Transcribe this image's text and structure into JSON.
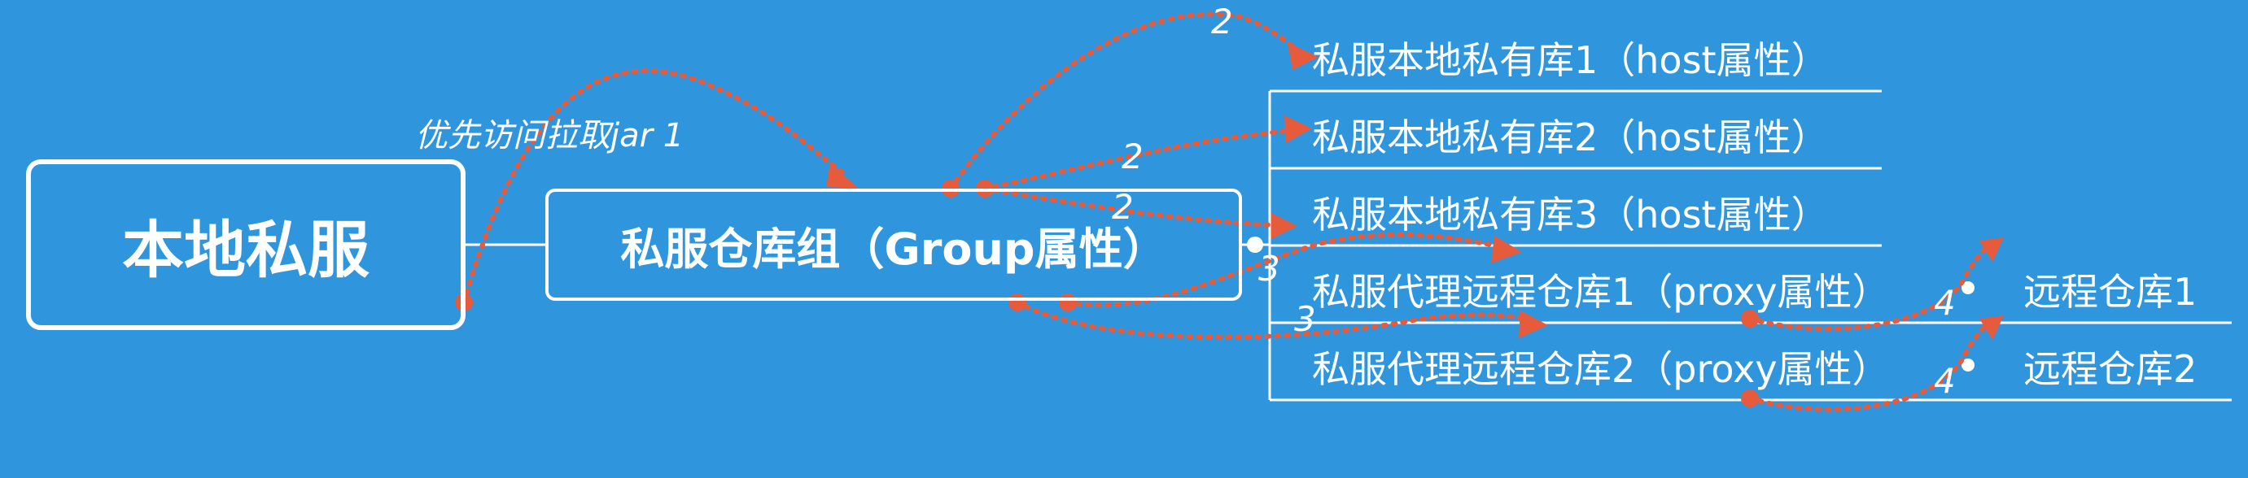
{
  "root": {
    "label": "本地私服"
  },
  "group": {
    "label": "私服仓库组（Group属性）"
  },
  "children": [
    {
      "label": "私服本地私有库1（host属性）"
    },
    {
      "label": "私服本地私有库2（host属性）"
    },
    {
      "label": "私服本地私有库3（host属性）"
    },
    {
      "label": "私服代理远程仓库1（proxy属性）"
    },
    {
      "label": "私服代理远程仓库2（proxy属性）"
    }
  ],
  "remotes": [
    {
      "label": "远程仓库1"
    },
    {
      "label": "远程仓库2"
    }
  ],
  "annotations": {
    "first_access": "优先访问拉取jar  1",
    "step_labels": [
      "2",
      "2",
      "2",
      "3",
      "3",
      "4",
      "4"
    ]
  },
  "colors": {
    "background": "#2f96de",
    "lines": "#ffffff",
    "arrows": "#e55b3c"
  }
}
